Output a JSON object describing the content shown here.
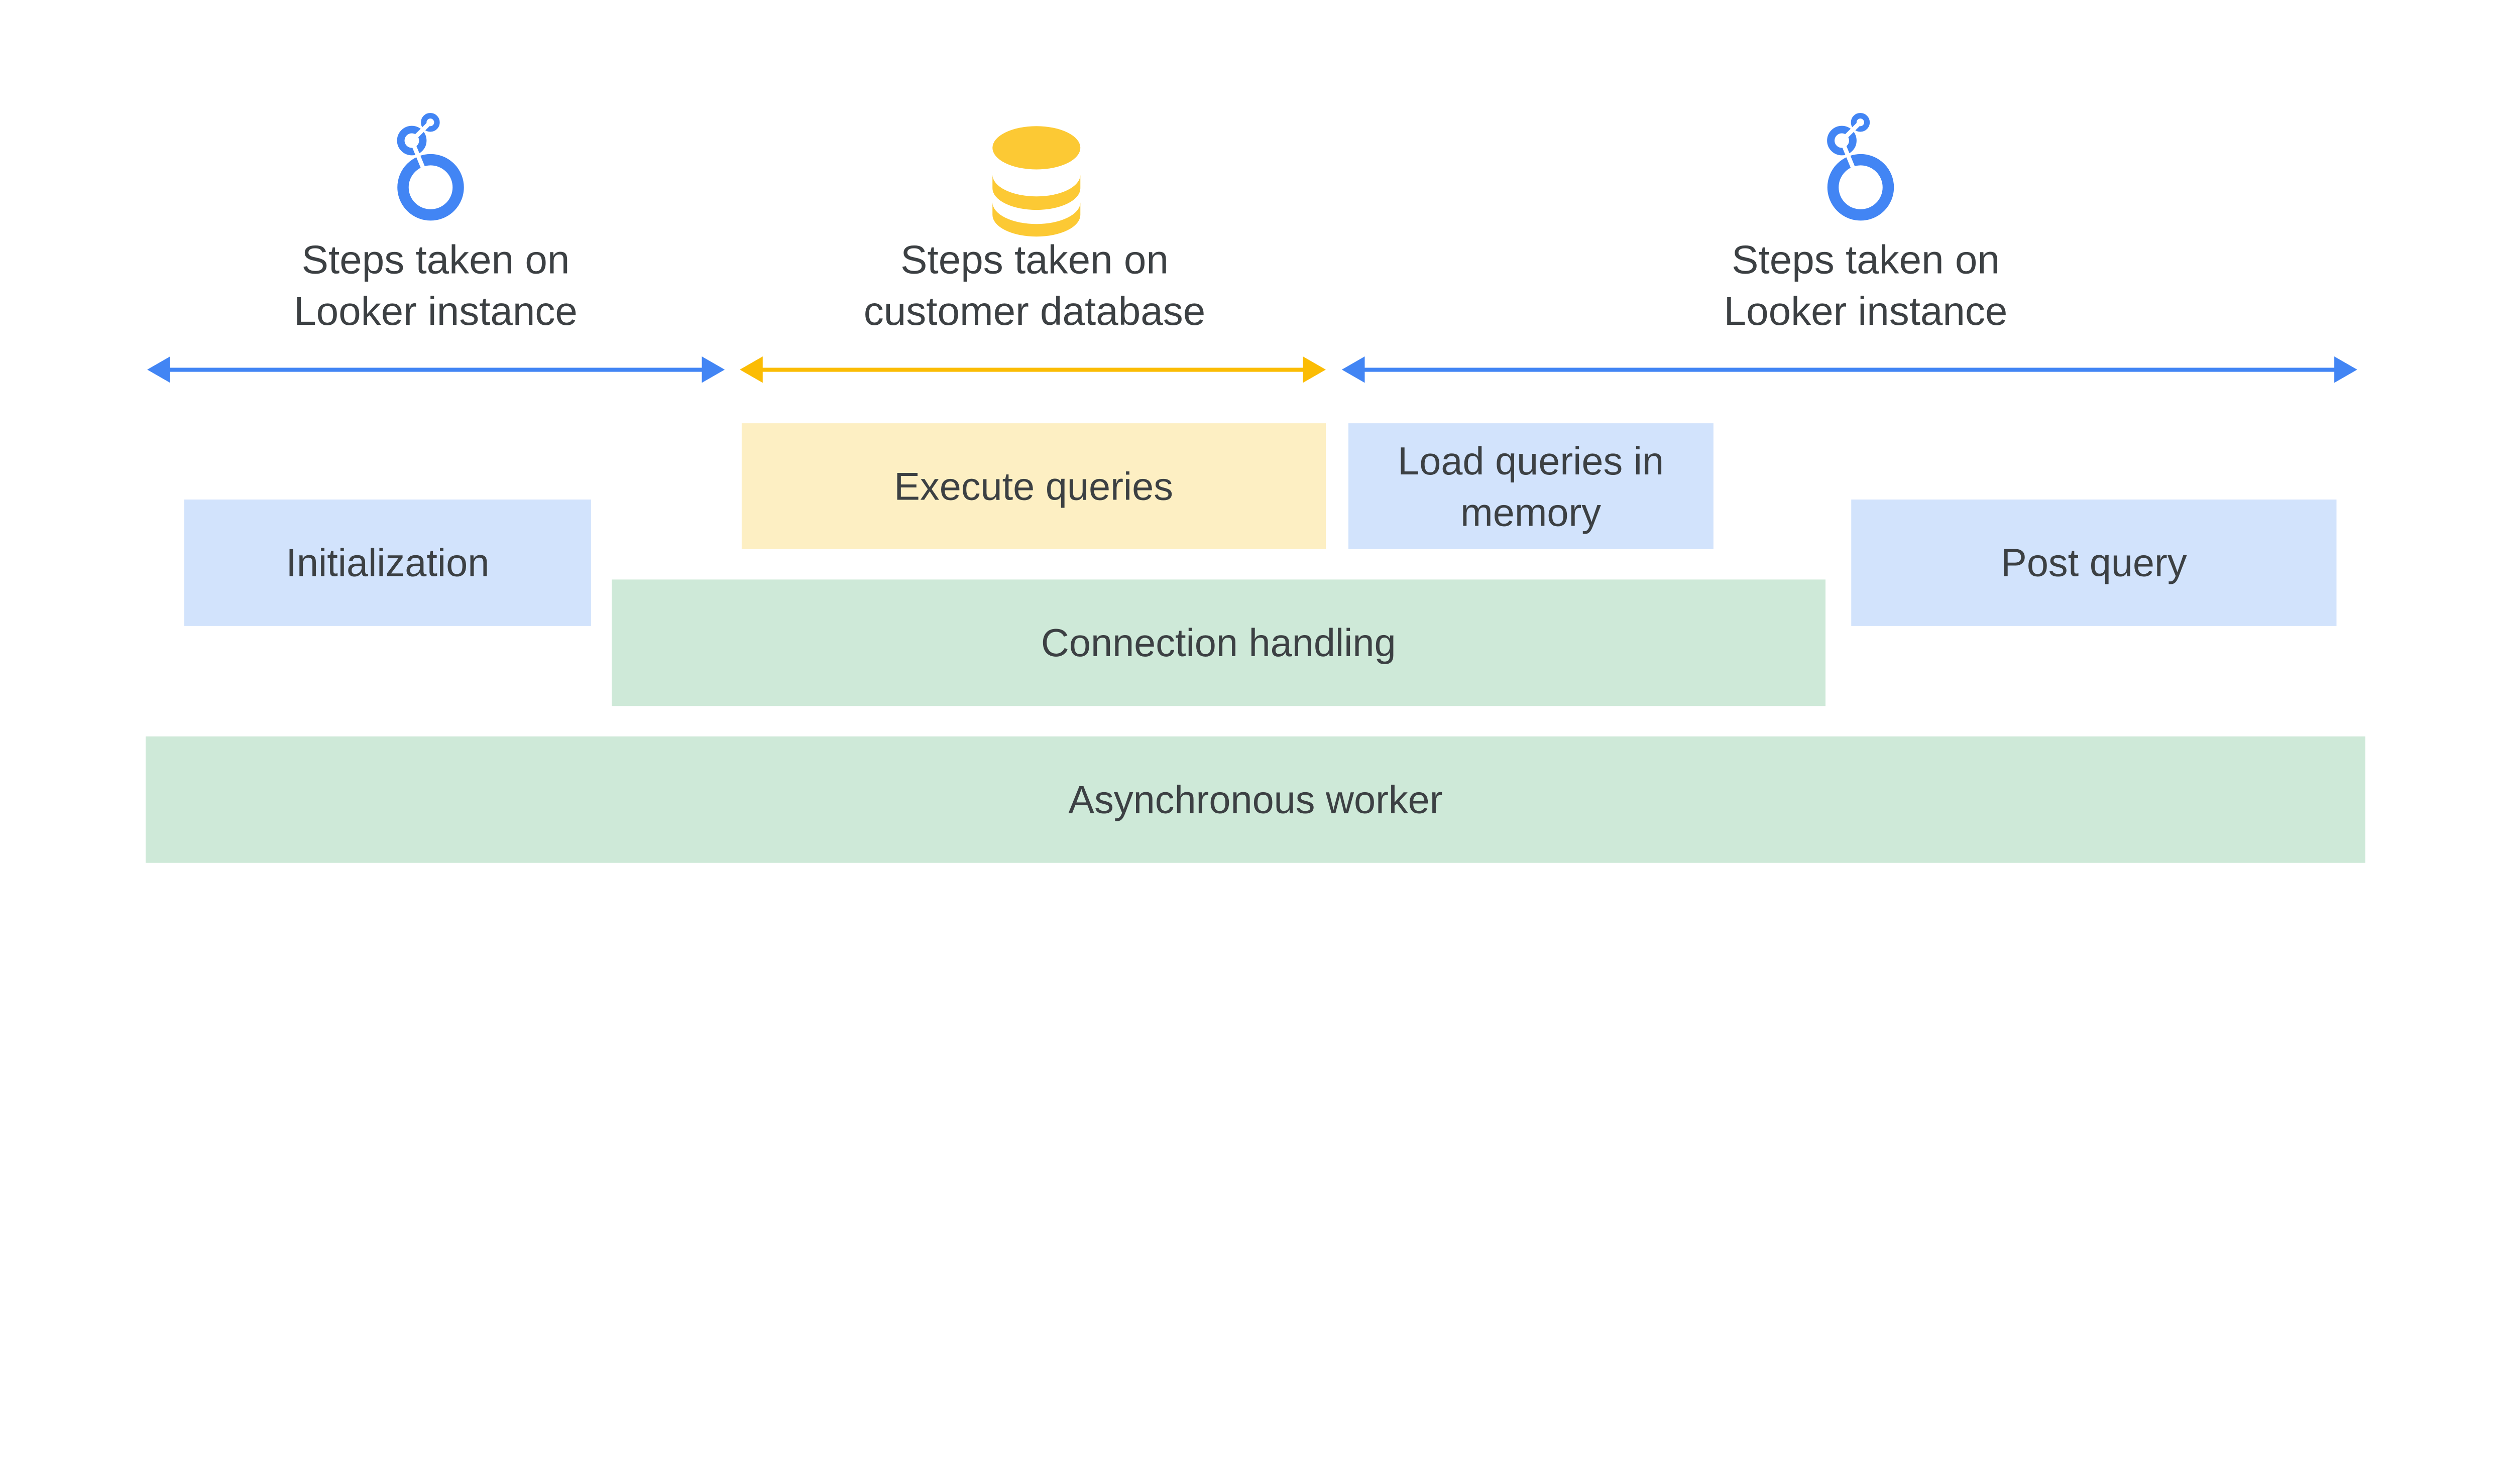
{
  "colors": {
    "looker_blue": "#4285f4",
    "database_yellow": "#fbbc04",
    "text": "#3c4043",
    "blue_box": "#d2e3fc",
    "yellow_box": "#fdefc3",
    "green_box": "#cee9d8"
  },
  "sections": [
    {
      "icon": "looker-logo-icon",
      "title_line1": "Steps taken on",
      "title_line2": "Looker instance"
    },
    {
      "icon": "database-icon",
      "title_line1": "Steps taken on",
      "title_line2": "customer database"
    },
    {
      "icon": "looker-logo-icon",
      "title_line1": "Steps taken on",
      "title_line2": "Looker instance"
    }
  ],
  "steps": {
    "initialization": "Initialization",
    "execute_queries": "Execute queries",
    "load_queries_line1": "Load queries in",
    "load_queries_line2": "memory",
    "post_query": "Post query",
    "connection_handling": "Connection handling",
    "asynchronous_worker": "Asynchronous worker"
  }
}
